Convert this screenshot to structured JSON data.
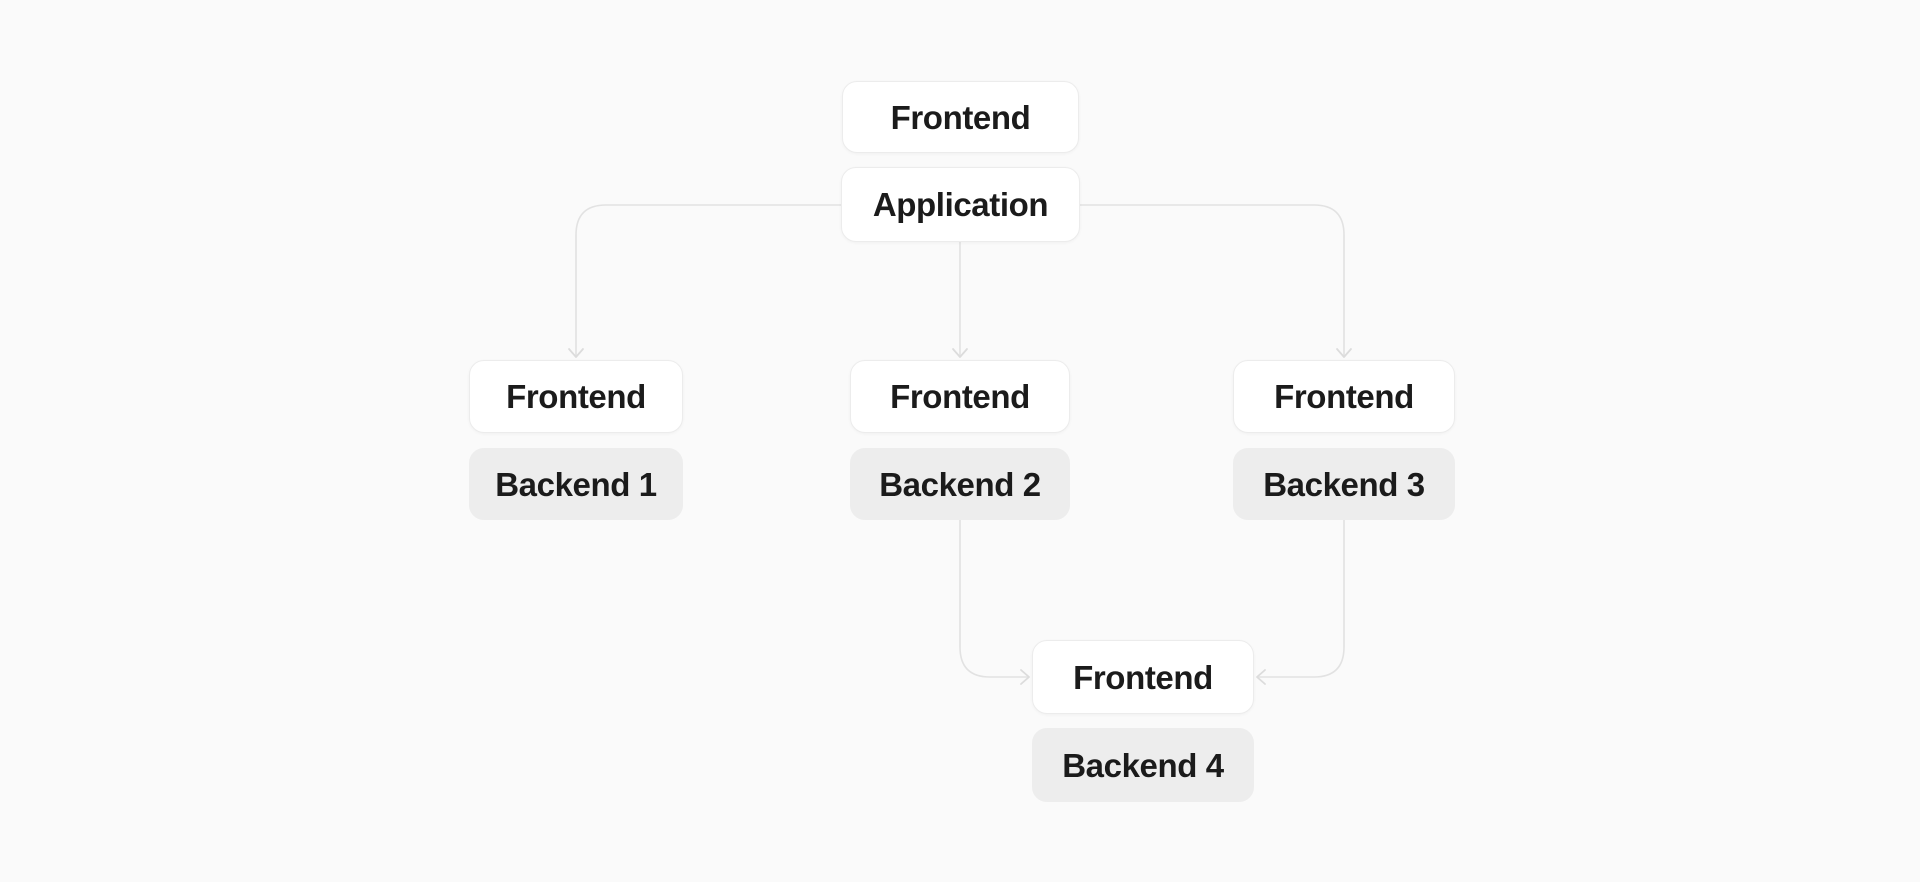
{
  "diagram": {
    "type": "flow-diagram",
    "nodes": [
      {
        "id": "frontend-top",
        "label": "Frontend",
        "variant": "white"
      },
      {
        "id": "application",
        "label": "Application",
        "variant": "white"
      },
      {
        "id": "frontend-left",
        "label": "Frontend",
        "variant": "white"
      },
      {
        "id": "backend-1",
        "label": "Backend 1",
        "variant": "gray"
      },
      {
        "id": "frontend-mid",
        "label": "Frontend",
        "variant": "white"
      },
      {
        "id": "backend-2",
        "label": "Backend 2",
        "variant": "gray"
      },
      {
        "id": "frontend-right",
        "label": "Frontend",
        "variant": "white"
      },
      {
        "id": "backend-3",
        "label": "Backend 3",
        "variant": "gray"
      },
      {
        "id": "frontend-bottom",
        "label": "Frontend",
        "variant": "white"
      },
      {
        "id": "backend-4",
        "label": "Backend 4",
        "variant": "gray"
      }
    ],
    "edges": [
      {
        "from": "application",
        "to": "frontend-left",
        "arrow": "down"
      },
      {
        "from": "application",
        "to": "frontend-mid",
        "arrow": "down"
      },
      {
        "from": "application",
        "to": "frontend-right",
        "arrow": "down"
      },
      {
        "from": "backend-2",
        "to": "frontend-bottom",
        "arrow": "right"
      },
      {
        "from": "backend-3",
        "to": "frontend-bottom",
        "arrow": "left"
      }
    ]
  },
  "colors": {
    "background": "#fafafa",
    "node_background": "#ffffff",
    "node_border": "#ececec",
    "backend_background": "#ededed",
    "edge": "#e2e2e2",
    "arrow": "#dcdcdc",
    "text": "#1b1b1b"
  }
}
